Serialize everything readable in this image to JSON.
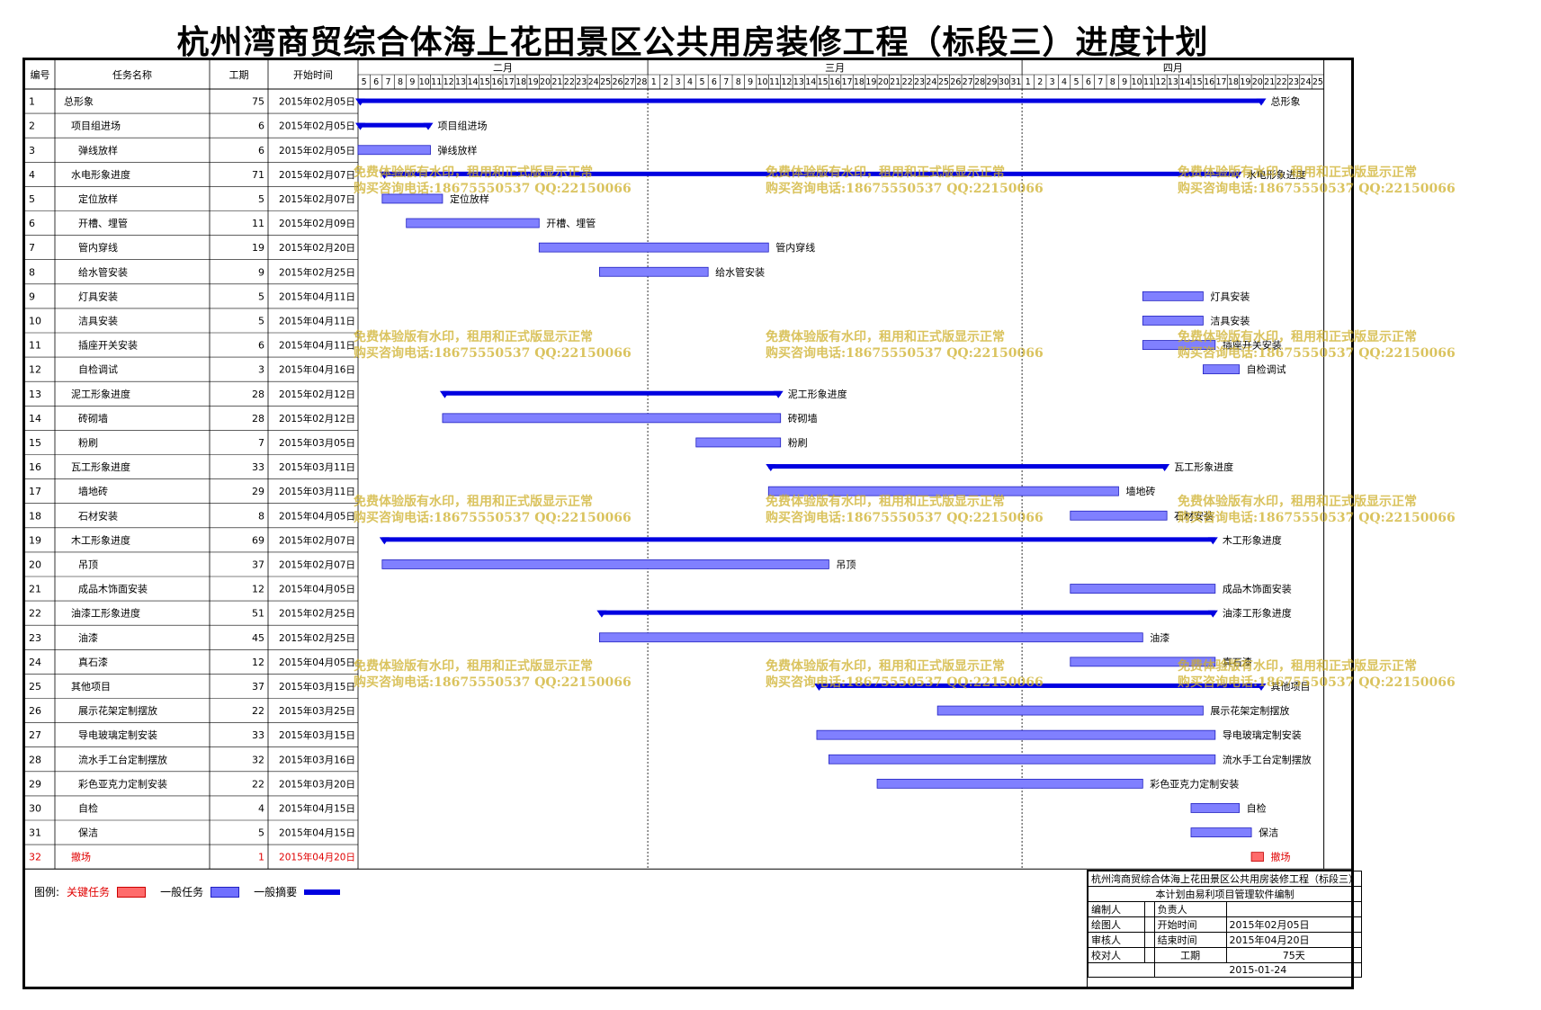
{
  "title": "杭州湾商贸综合体海上花田景区公共用房装修工程（标段三）进度计划",
  "chart_data": {
    "type": "gantt",
    "columns": {
      "id": "编号",
      "name": "任务名称",
      "duration": "工期",
      "start": "开始时间"
    },
    "months": [
      "二月",
      "三月",
      "四月"
    ],
    "timeline_start": "2015-02-05",
    "timeline_end": "2015-04-25",
    "tasks": [
      {
        "id": "1",
        "name": "总形象",
        "duration": 75,
        "start_label": "2015年02月05日",
        "start": "2015-02-05",
        "kind": "summary",
        "level": 0
      },
      {
        "id": "2",
        "name": "项目组进场",
        "duration": 6,
        "start_label": "2015年02月05日",
        "start": "2015-02-05",
        "kind": "summary",
        "level": 1
      },
      {
        "id": "3",
        "name": "弹线放样",
        "duration": 6,
        "start_label": "2015年02月05日",
        "start": "2015-02-05",
        "kind": "normal",
        "level": 2
      },
      {
        "id": "4",
        "name": "水电形象进度",
        "duration": 71,
        "start_label": "2015年02月07日",
        "start": "2015-02-07",
        "kind": "summary",
        "level": 1
      },
      {
        "id": "5",
        "name": "定位放样",
        "duration": 5,
        "start_label": "2015年02月07日",
        "start": "2015-02-07",
        "kind": "normal",
        "level": 2
      },
      {
        "id": "6",
        "name": "开槽、埋管",
        "duration": 11,
        "start_label": "2015年02月09日",
        "start": "2015-02-09",
        "kind": "normal",
        "level": 2
      },
      {
        "id": "7",
        "name": "管内穿线",
        "duration": 19,
        "start_label": "2015年02月20日",
        "start": "2015-02-20",
        "kind": "normal",
        "level": 2
      },
      {
        "id": "8",
        "name": "给水管安装",
        "duration": 9,
        "start_label": "2015年02月25日",
        "start": "2015-02-25",
        "kind": "normal",
        "level": 2
      },
      {
        "id": "9",
        "name": "灯具安装",
        "duration": 5,
        "start_label": "2015年04月11日",
        "start": "2015-04-11",
        "kind": "normal",
        "level": 2
      },
      {
        "id": "10",
        "name": "洁具安装",
        "duration": 5,
        "start_label": "2015年04月11日",
        "start": "2015-04-11",
        "kind": "normal",
        "level": 2
      },
      {
        "id": "11",
        "name": "插座开关安装",
        "duration": 6,
        "start_label": "2015年04月11日",
        "start": "2015-04-11",
        "kind": "normal",
        "level": 2
      },
      {
        "id": "12",
        "name": "自检调试",
        "duration": 3,
        "start_label": "2015年04月16日",
        "start": "2015-04-16",
        "kind": "normal",
        "level": 2
      },
      {
        "id": "13",
        "name": "泥工形象进度",
        "duration": 28,
        "start_label": "2015年02月12日",
        "start": "2015-02-12",
        "kind": "summary",
        "level": 1
      },
      {
        "id": "14",
        "name": "砖砌墙",
        "duration": 28,
        "start_label": "2015年02月12日",
        "start": "2015-02-12",
        "kind": "normal",
        "level": 2
      },
      {
        "id": "15",
        "name": "粉刷",
        "duration": 7,
        "start_label": "2015年03月05日",
        "start": "2015-03-05",
        "kind": "normal",
        "level": 2
      },
      {
        "id": "16",
        "name": "瓦工形象进度",
        "duration": 33,
        "start_label": "2015年03月11日",
        "start": "2015-03-11",
        "kind": "summary",
        "level": 1
      },
      {
        "id": "17",
        "name": "墙地砖",
        "duration": 29,
        "start_label": "2015年03月11日",
        "start": "2015-03-11",
        "kind": "normal",
        "level": 2
      },
      {
        "id": "18",
        "name": "石材安装",
        "duration": 8,
        "start_label": "2015年04月05日",
        "start": "2015-04-05",
        "kind": "normal",
        "level": 2
      },
      {
        "id": "19",
        "name": "木工形象进度",
        "duration": 69,
        "start_label": "2015年02月07日",
        "start": "2015-02-07",
        "kind": "summary",
        "level": 1
      },
      {
        "id": "20",
        "name": "吊顶",
        "duration": 37,
        "start_label": "2015年02月07日",
        "start": "2015-02-07",
        "kind": "normal",
        "level": 2
      },
      {
        "id": "21",
        "name": "成品木饰面安装",
        "duration": 12,
        "start_label": "2015年04月05日",
        "start": "2015-04-05",
        "kind": "normal",
        "level": 2
      },
      {
        "id": "22",
        "name": "油漆工形象进度",
        "duration": 51,
        "start_label": "2015年02月25日",
        "start": "2015-02-25",
        "kind": "summary",
        "level": 1
      },
      {
        "id": "23",
        "name": "油漆",
        "duration": 45,
        "start_label": "2015年02月25日",
        "start": "2015-02-25",
        "kind": "normal",
        "level": 2
      },
      {
        "id": "24",
        "name": "真石漆",
        "duration": 12,
        "start_label": "2015年04月05日",
        "start": "2015-04-05",
        "kind": "normal",
        "level": 2
      },
      {
        "id": "25",
        "name": "其他项目",
        "duration": 37,
        "start_label": "2015年03月15日",
        "start": "2015-03-15",
        "kind": "summary",
        "level": 1
      },
      {
        "id": "26",
        "name": "展示花架定制摆放",
        "duration": 22,
        "start_label": "2015年03月25日",
        "start": "2015-03-25",
        "kind": "normal",
        "level": 2
      },
      {
        "id": "27",
        "name": "导电玻璃定制安装",
        "duration": 33,
        "start_label": "2015年03月15日",
        "start": "2015-03-15",
        "kind": "normal",
        "level": 2
      },
      {
        "id": "28",
        "name": "流水手工台定制摆放",
        "duration": 32,
        "start_label": "2015年03月16日",
        "start": "2015-03-16",
        "kind": "normal",
        "level": 2
      },
      {
        "id": "29",
        "name": "彩色亚克力定制安装",
        "duration": 22,
        "start_label": "2015年03月20日",
        "start": "2015-03-20",
        "kind": "normal",
        "level": 2
      },
      {
        "id": "30",
        "name": "自检",
        "duration": 4,
        "start_label": "2015年04月15日",
        "start": "2015-04-15",
        "kind": "normal",
        "level": 2
      },
      {
        "id": "31",
        "name": "保洁",
        "duration": 5,
        "start_label": "2015年04月15日",
        "start": "2015-04-15",
        "kind": "normal",
        "level": 2
      },
      {
        "id": "32",
        "name": "撤场",
        "duration": 1,
        "start_label": "2015年04月20日",
        "start": "2015-04-20",
        "kind": "critical",
        "level": 1
      }
    ],
    "colors": {
      "summary": "#0000e0",
      "normal_fill": "#8080ff",
      "normal_border": "#2020c0",
      "critical_fill": "#ff6b6b",
      "critical_text": "#e00000"
    }
  },
  "legend": {
    "label": "图例:",
    "critical": "关键任务",
    "normal": "一般任务",
    "summary": "一般摘要"
  },
  "title_block": {
    "project": "杭州湾商贸综合体海上花田景区公共用房装修工程（标段三）",
    "software": "本计划由易利项目管理软件编制",
    "compiler_label": "编制人",
    "owner_label": "负责人",
    "drawer_label": "绘图人",
    "start_label": "开始时间",
    "start_value": "2015年02月05日",
    "reviewer_label": "审核人",
    "end_label": "结束时间",
    "end_value": "2015年04月20日",
    "checker_label": "校对人",
    "duration_label": "工期",
    "duration_value": "75天",
    "date": "2015-01-24"
  },
  "watermark": {
    "line1": "免费体验版有水印，租用和正式版显示正常",
    "line2": "购买咨询电话:18675550537 QQ:22150066"
  }
}
